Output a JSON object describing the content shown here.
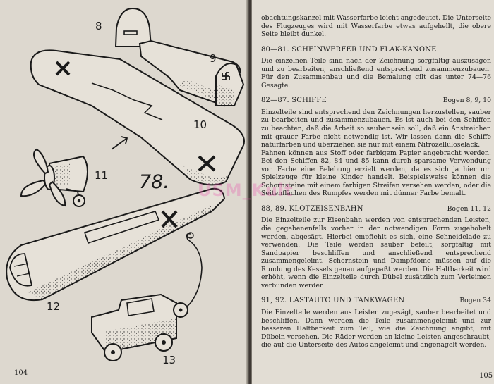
{
  "left_page": {
    "figure_numbers": [
      "8",
      "9",
      "10",
      "11",
      "78.",
      "12",
      "13"
    ],
    "page_number": "104"
  },
  "right_page": {
    "intro": "obachtungskanzel mit Wasserfarbe leicht angedeutet. Die Unterseite des Flugzeuges wird mit Wasserfarbe etwas aufgehellt, die obere Seite bleibt dunkel.",
    "sections": [
      {
        "title": "80—81. SCHEINWERFER UND FLAK-KANONE",
        "bogen": "",
        "body": "Die einzelnen Teile sind nach der Zeichnung sorgfältig auszusägen und zu bearbeiten, anschließend entsprechend zusammenzubauen. Für den Zusammenbau und die Bemalung gilt das unter 74—76 Gesagte."
      },
      {
        "title": "82—87. SCHIFFE",
        "bogen": "Bogen 8, 9, 10",
        "body": "Einzelteile sind entsprechend den Zeichnungen herzustellen, sauber zu bearbeiten und zusammenzubauen. Es ist auch bei den Schiffen zu beachten, daß die Arbeit so sauber sein soll, daß ein Anstreichen mit grauer Farbe nicht notwendig ist. Wir lassen dann die Schiffe naturfarben und überziehen sie nur mit einem Nitrozelluloselack.",
        "body2": "Fahnen können aus Stoff oder farbigem Papier angebracht werden. Bei den Schiffen 82, 84 und 85 kann durch sparsame Verwendung von Farbe eine Belebung erzielt werden, da es sich ja hier um Spielzeuge für kleine Kinder handelt. Beispielsweise können die Schornsteine mit einem farbigen Streifen versehen werden, oder die Seitenflächen des Rumpfes werden mit dünner Farbe bemalt."
      },
      {
        "title": "88, 89. KLOTZEISENBAHN",
        "bogen": "Bogen 11, 12",
        "body": "Die Einzelteile zur Eisenbahn werden von entsprechenden Leisten, die gegebenenfalls vorher in der notwendigen Form zugehobelt werden, abgesägt. Hierbei empfiehlt es sich, eine Schneidelade zu verwenden. Die Teile werden sauber befeilt, sorgfältig mit Sandpapier beschliffen und anschließend entsprechend zusammengeleimt. Schornstein und Dampfdome müssen auf die Rundung des Kessels genau aufgepaßt werden. Die Haltbarkeit wird erhöht, wenn die Einzelteile durch Dübel zusätzlich zum Verleimen verbunden werden."
      },
      {
        "title": "91, 92. LASTAUTO UND TANKWAGEN",
        "bogen": "Bogen 34",
        "body": "Die Einzelteile werden aus Leisten zugesägt, sauber bearbeitet und beschliffen. Dann werden die Teile zusammengeleimt und zur besseren Haltbarkeit zum Teil, wie die Zeichnung angibt, mit Dübeln versehen. Die Räder werden an kleine Leisten angeschraubt, die auf die Unterseite des Autos angeleimt und angenagelt werden."
      }
    ],
    "page_number": "105"
  },
  "watermark": "USM_Kult",
  "colors": {
    "paper_left": "#ddd8cf",
    "paper_right": "#e2ddd4",
    "ink": "#1a1a1a",
    "watermark": "#eb46aa"
  }
}
